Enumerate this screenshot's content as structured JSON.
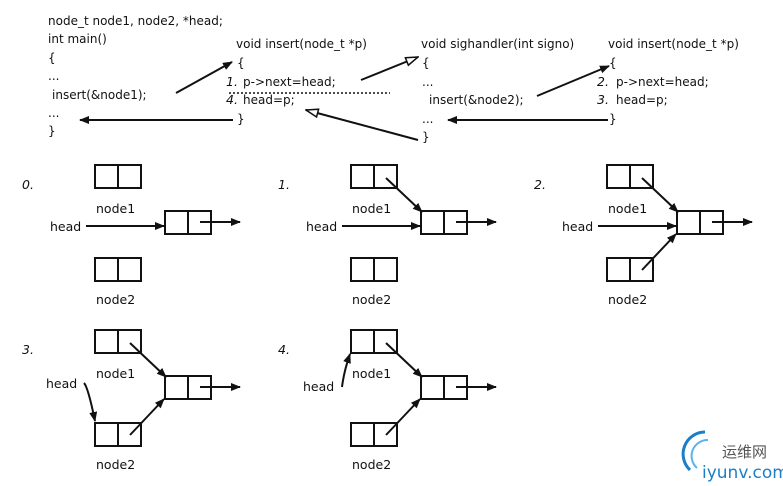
{
  "code": {
    "main": [
      "node_t node1, node2, *head;",
      "int main()",
      "{",
      "...",
      " insert(&node1);",
      "...",
      "}"
    ],
    "insert_first": {
      "header": "void insert(node_t *p)",
      "open": "{",
      "line1_num": "1.",
      "line1": "p->next=head;",
      "line2_num": "4.",
      "line2": "head=p;",
      "close": "}"
    },
    "sighandler": {
      "header": "void sighandler(int signo)",
      "open": "{",
      "dots1": "...",
      "call": "insert(&node2);",
      "dots2": "...",
      "close": "}"
    },
    "insert_second": {
      "header": "void insert(node_t *p)",
      "open": "{",
      "line1_num": "2.",
      "line1": "p->next=head;",
      "line2_num": "3.",
      "line2": "head=p;",
      "close": "}"
    }
  },
  "panels": [
    {
      "step": "0.",
      "node1_label": "node1",
      "node2_label": "node2",
      "head_label": "head",
      "head_points_to": "shared-node",
      "node1_linked": false,
      "node2_linked": false
    },
    {
      "step": "1.",
      "node1_label": "node1",
      "node2_label": "node2",
      "head_label": "head",
      "head_points_to": "shared-node",
      "node1_linked": true,
      "node2_linked": false
    },
    {
      "step": "2.",
      "node1_label": "node1",
      "node2_label": "node2",
      "head_label": "head",
      "head_points_to": "shared-node",
      "node1_linked": true,
      "node2_linked": true
    },
    {
      "step": "3.",
      "node1_label": "node1",
      "node2_label": "node2",
      "head_label": "head",
      "head_points_to": "node2",
      "node1_linked": true,
      "node2_linked": true
    },
    {
      "step": "4.",
      "node1_label": "node1",
      "node2_label": "node2",
      "head_label": "head",
      "head_points_to": "node1",
      "node1_linked": true,
      "node2_linked": true
    }
  ],
  "watermark": {
    "cn": "运维网",
    "en": "iyunv.com",
    "color": "#1a7fc8"
  }
}
